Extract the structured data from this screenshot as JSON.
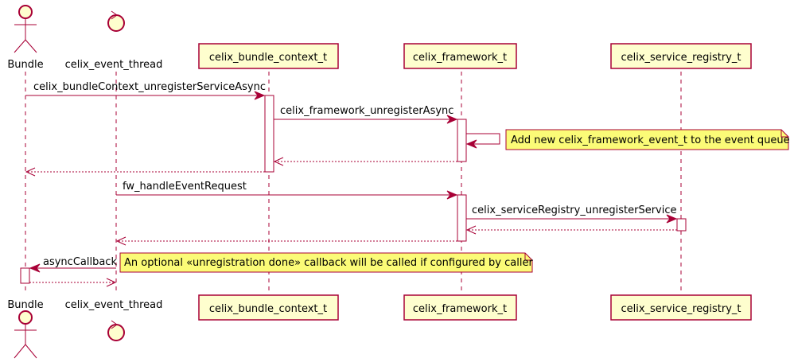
{
  "participants": {
    "bundle": "Bundle",
    "event_thread": "celix_event_thread",
    "bundle_context": "celix_bundle_context_t",
    "framework": "celix_framework_t",
    "service_registry": "celix_service_registry_t"
  },
  "messages": {
    "m1": "celix_bundleContext_unregisterServiceAsync",
    "m2": "celix_framework_unregisterAsync",
    "m3": "fw_handleEventRequest",
    "m4": "celix_serviceRegistry_unregisterService",
    "m5": "asyncCallback"
  },
  "notes": {
    "n1": "Add new celix_framework_event_t to the event queue",
    "n2": "An optional «unregistration done» callback will be called if configured by caller"
  },
  "colors": {
    "line": "#A80036",
    "participant_fill": "#FEFECE",
    "note_fill": "#FBFB77"
  }
}
